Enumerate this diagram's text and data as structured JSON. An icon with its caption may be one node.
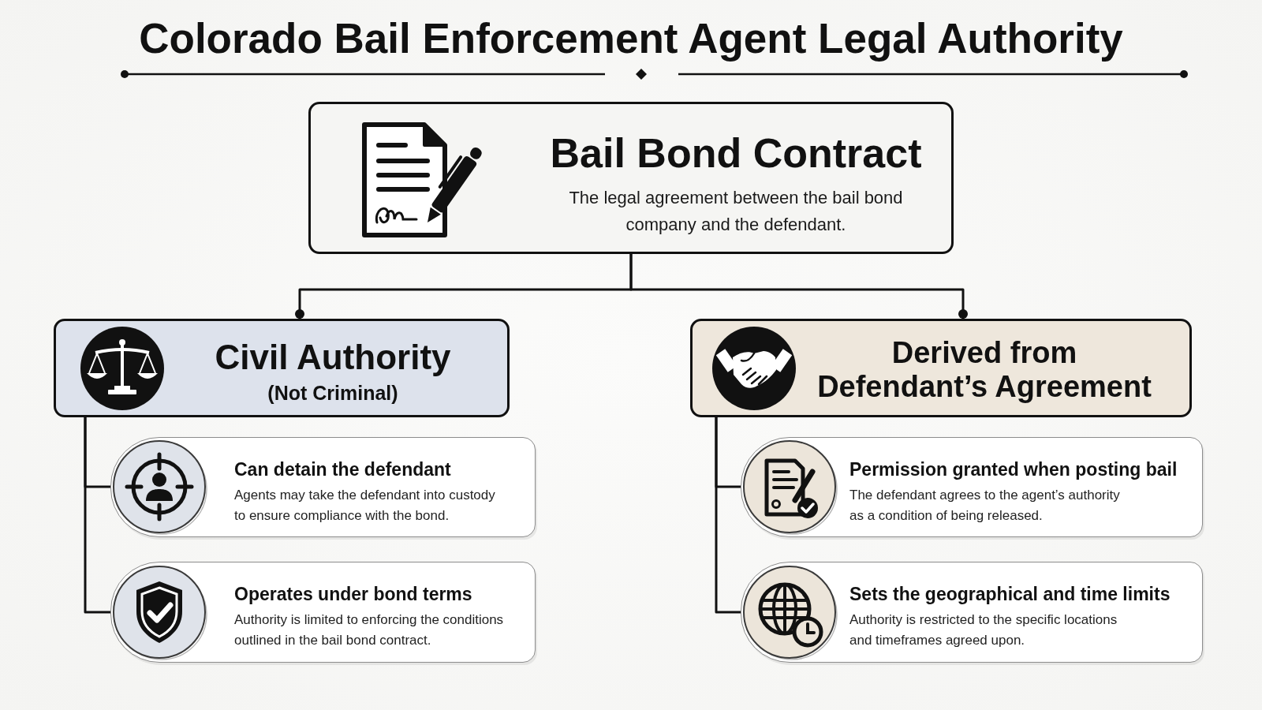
{
  "diagram": {
    "title": "Colorado Bail Enforcement Agent Legal Authority",
    "nodes": [
      {
        "text": [
          "Bail Bond Contract",
          "The legal agreement between the bail bond company and the defendant."
        ]
      },
      {
        "text": [
          "Civil Authority",
          "(Not Criminal)"
        ]
      },
      {
        "text": [
          "Can detain the defendant",
          "Agents may take the defendant into custody to ensure compliance with the bond."
        ]
      },
      {
        "text": [
          "Operates under bond terms",
          "Authority is limited to enforcing the conditions outlined in the bail bond contract."
        ]
      },
      {
        "text": [
          "Derived from Defendant’s Agreement"
        ]
      },
      {
        "text": [
          "Permission granted when posting bail",
          "The defendant agrees to the agent’s authority as a condition of being released."
        ]
      },
      {
        "text": [
          "Sets the geographical and time limits",
          "Authority is restricted to the specific locations and timeframes agreed upon."
        ]
      }
    ],
    "edges": [
      {
        "from": 0,
        "to": 1,
        "arrow": "other"
      },
      {
        "from": 0,
        "to": 4,
        "arrow": "other"
      },
      {
        "from": 1,
        "to": 2,
        "arrow": "none"
      },
      {
        "from": 1,
        "to": 3,
        "arrow": "none"
      },
      {
        "from": 4,
        "to": 5,
        "arrow": "none"
      },
      {
        "from": 4,
        "to": 6,
        "arrow": "none"
      }
    ]
  }
}
